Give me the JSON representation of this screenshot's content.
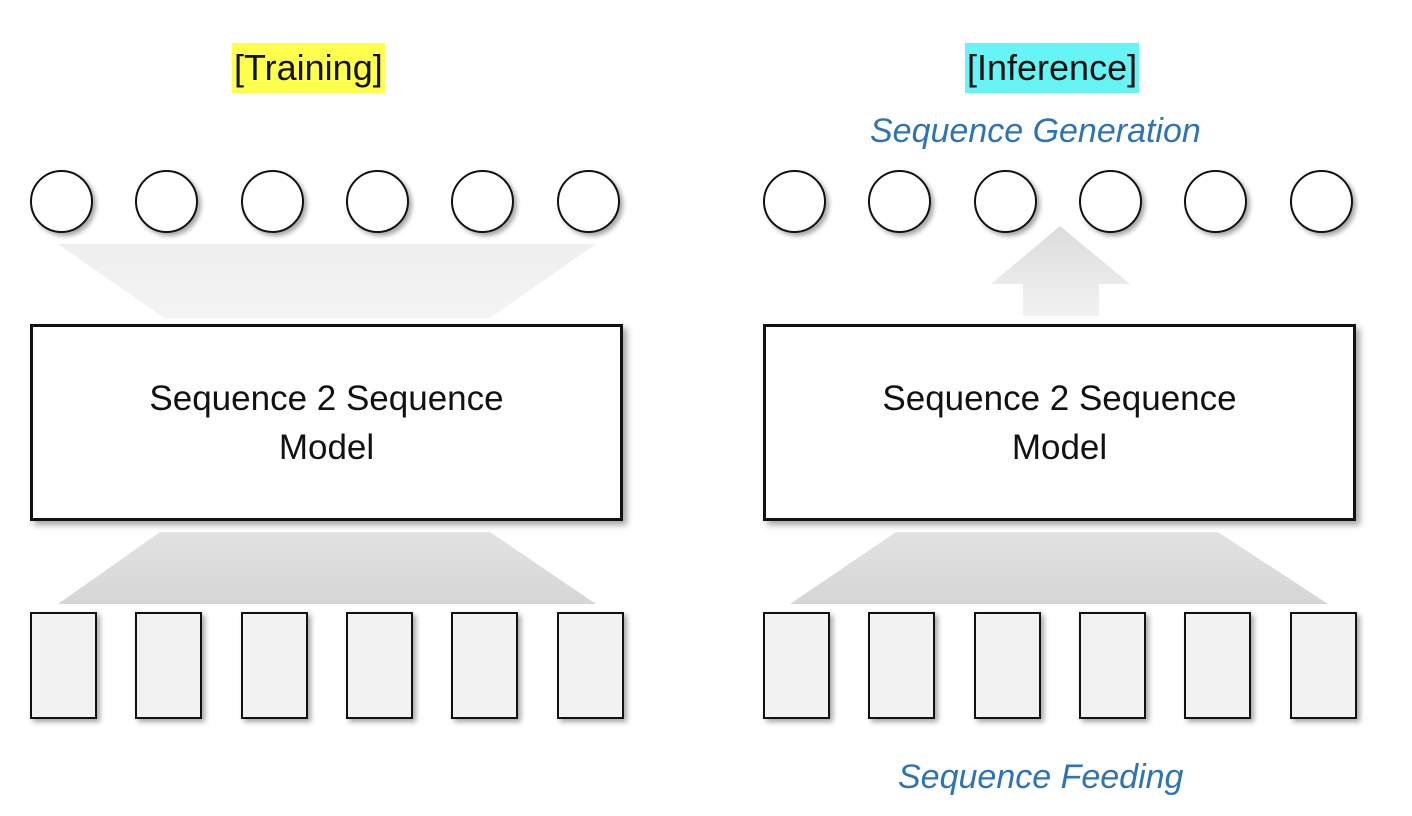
{
  "training": {
    "tag": "[Training]",
    "model_line1": "Sequence 2 Sequence",
    "model_line2": "Model"
  },
  "inference": {
    "tag": "[Inference]",
    "output_caption": "Sequence Generation",
    "model_line1": "Sequence 2 Sequence",
    "model_line2": "Model",
    "input_caption": "Sequence Feeding"
  },
  "colors": {
    "training_highlight": "#ffff4d",
    "inference_highlight": "#66f4f4",
    "caption_blue": "#2e74b5"
  }
}
